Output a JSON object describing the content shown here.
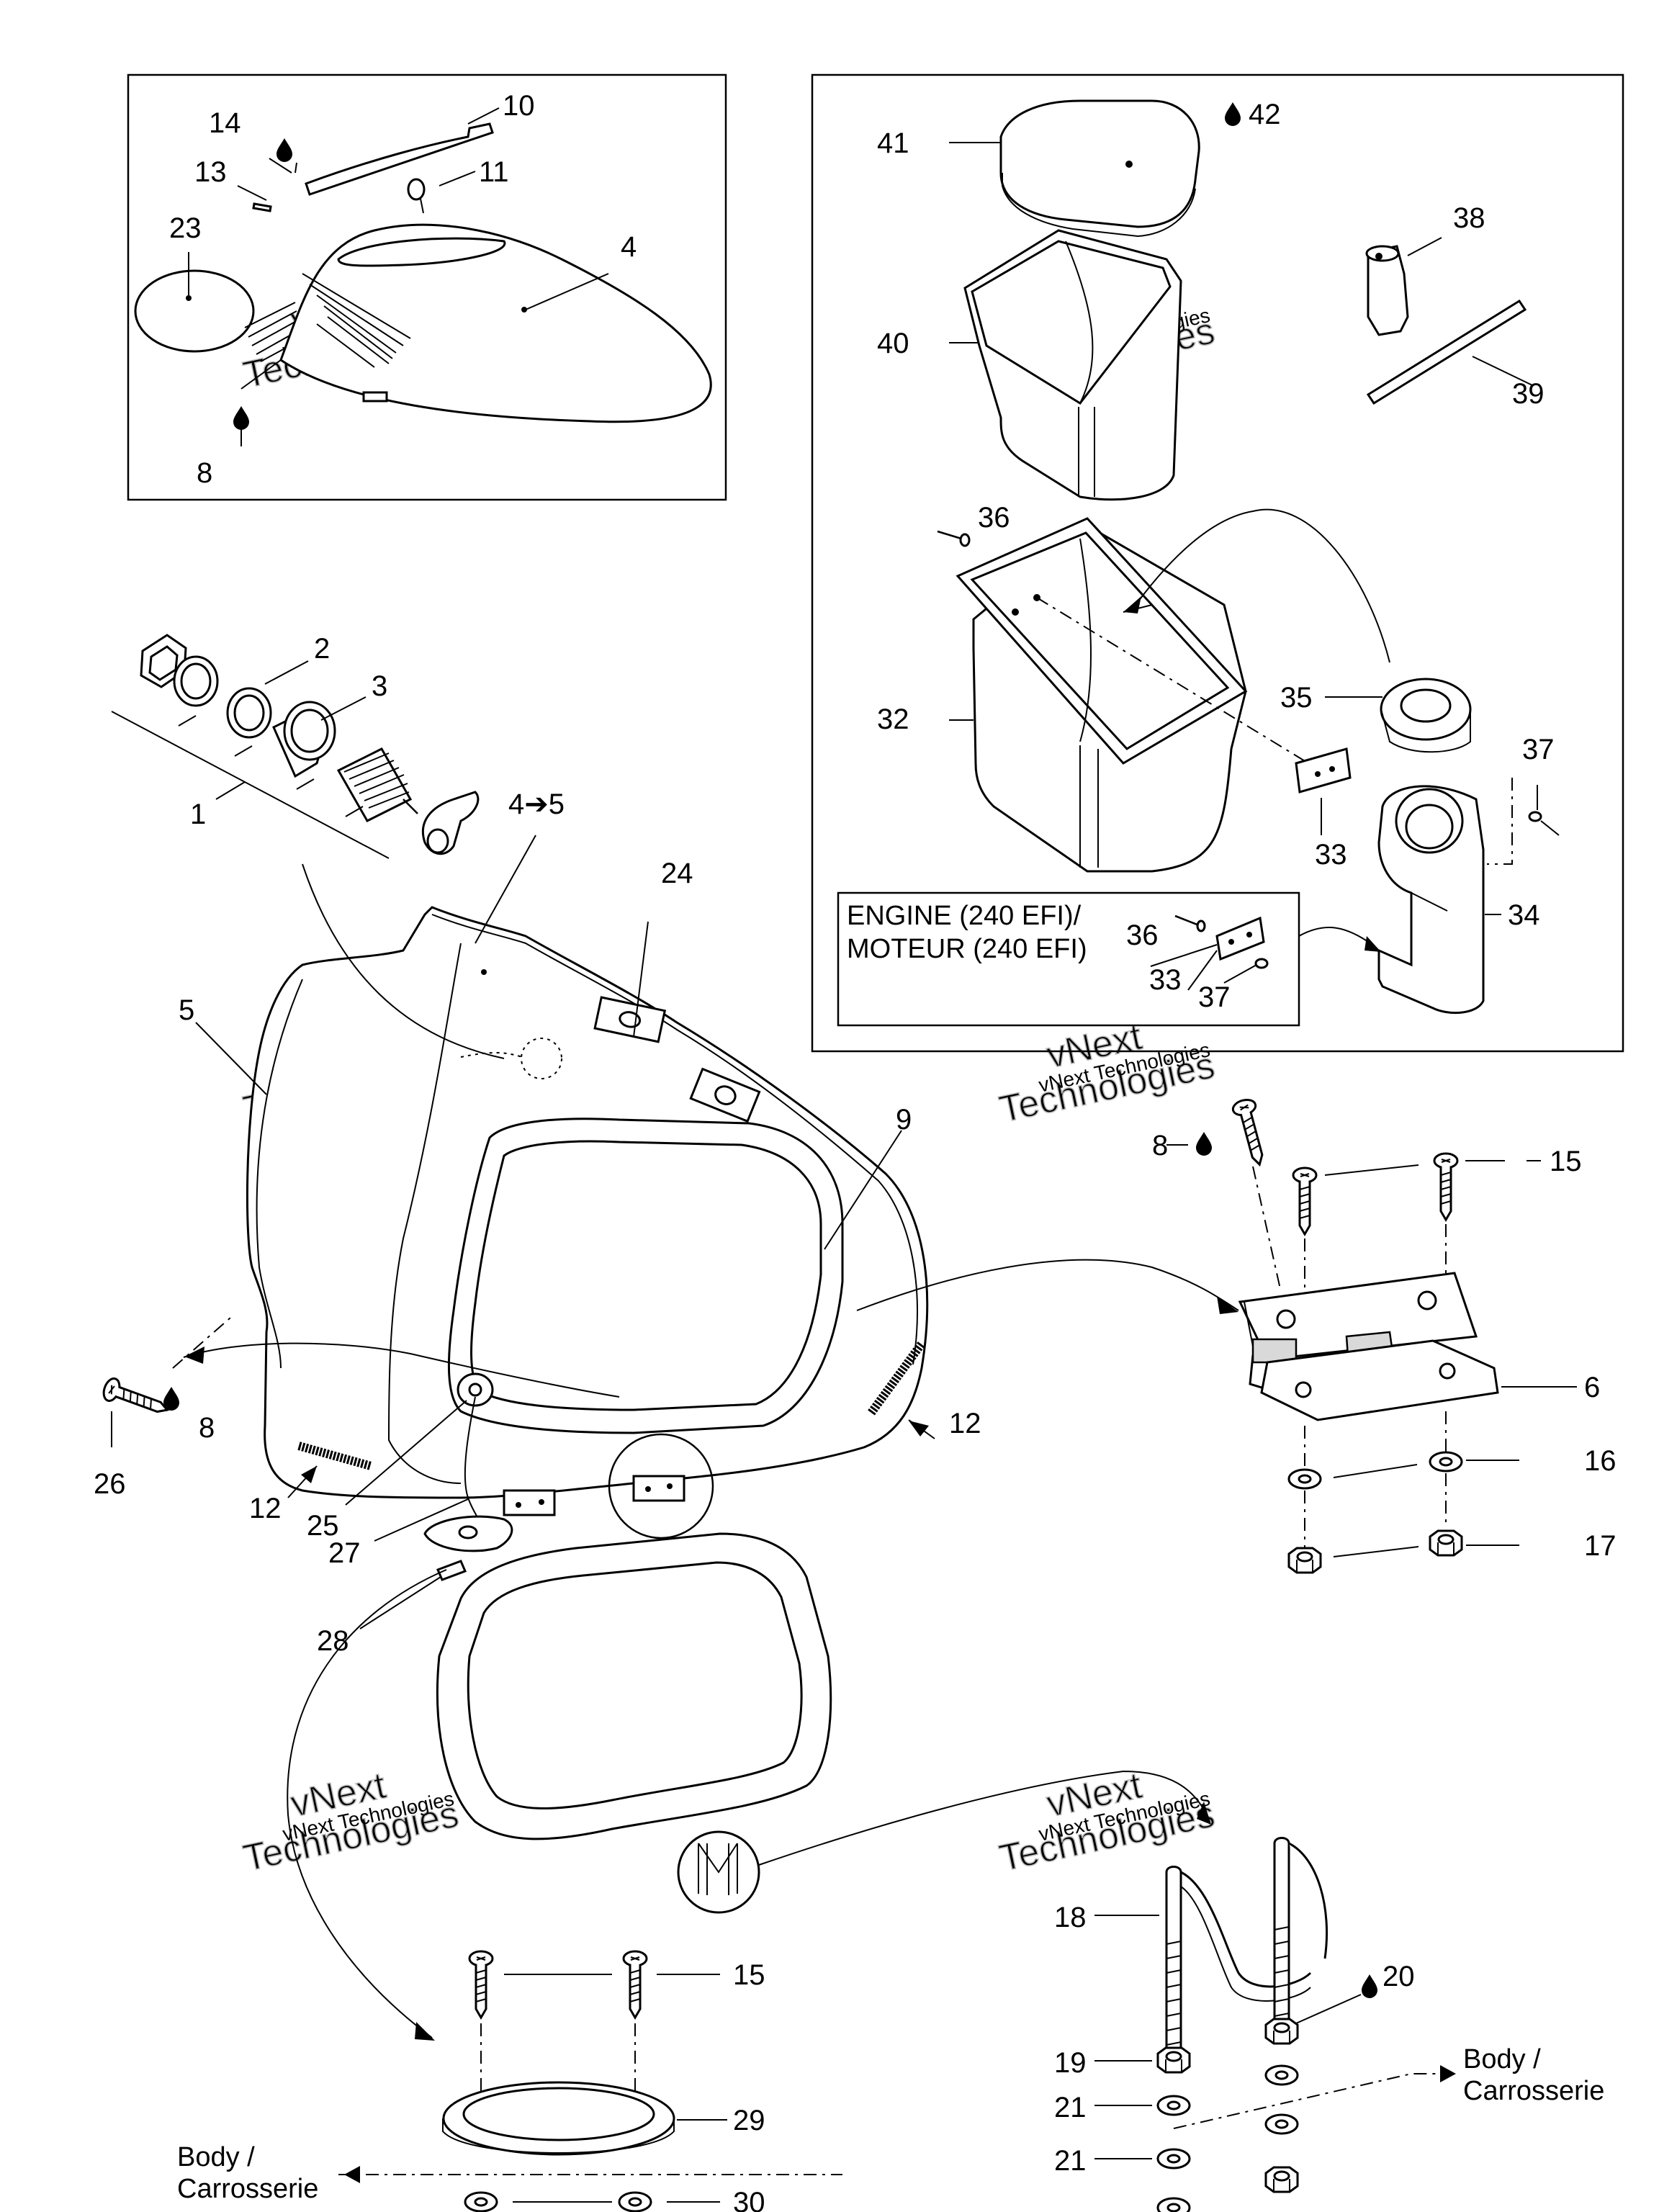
{
  "labels": {
    "p1": "1",
    "p2": "2",
    "p3": "3",
    "p4": "4",
    "p4to5": "4➔5",
    "p5": "5",
    "p6": "6",
    "p8a": "8",
    "p8b": "8",
    "p8c": "8",
    "p9": "9",
    "p10": "10",
    "p11": "11",
    "p12a": "12",
    "p12b": "12",
    "p13": "13",
    "p14": "14",
    "p15a": "15",
    "p15b": "15",
    "p16": "16",
    "p17": "17",
    "p18": "18",
    "p19": "19",
    "p20": "20",
    "p21a": "21",
    "p21b": "21",
    "p23": "23",
    "p24": "24",
    "p25": "25",
    "p26": "26",
    "p27": "27",
    "p28": "28",
    "p29": "29",
    "p30": "30",
    "p32": "32",
    "p33a": "33",
    "p33b": "33",
    "p34": "34",
    "p35": "35",
    "p36a": "36",
    "p36b": "36",
    "p37a": "37",
    "p37b": "37",
    "p38": "38",
    "p39": "39",
    "p40": "40",
    "p41": "41",
    "p42": "42"
  },
  "notes": {
    "engine_line1": "ENGINE (240 EFI)/",
    "engine_line2": "MOTEUR (240 EFI)",
    "body_right_1": "Body /",
    "body_right_2": "Carrosserie",
    "body_left_1": "Body /",
    "body_left_2": "Carrosserie"
  },
  "watermark": {
    "line_big": "vNext",
    "line_big2": "Technologies",
    "line_small": "vNext Technologies"
  },
  "icons": {
    "drop": "drop-icon"
  }
}
